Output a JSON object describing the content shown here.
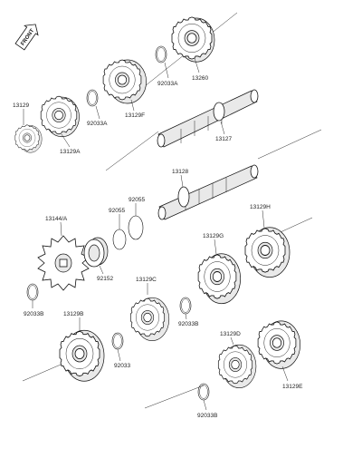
{
  "direction_label": "FRONT",
  "parts": [
    {
      "id": "13260",
      "label": "13260"
    },
    {
      "id": "92033A_top",
      "label": "92033A"
    },
    {
      "id": "13129F",
      "label": "13129F"
    },
    {
      "id": "92033A_mid",
      "label": "92033A"
    },
    {
      "id": "13129",
      "label": "13129"
    },
    {
      "id": "13129A",
      "label": "13129A"
    },
    {
      "id": "13127",
      "label": "13127"
    },
    {
      "id": "13128",
      "label": "13128"
    },
    {
      "id": "92055_a",
      "label": "92055"
    },
    {
      "id": "92055_b",
      "label": "92055"
    },
    {
      "id": "13144A",
      "label": "13144/A"
    },
    {
      "id": "92152",
      "label": "92152"
    },
    {
      "id": "13129H",
      "label": "13129H"
    },
    {
      "id": "13129G",
      "label": "13129G"
    },
    {
      "id": "13129C",
      "label": "13129C"
    },
    {
      "id": "92033B_left",
      "label": "92033B"
    },
    {
      "id": "92033B_mid",
      "label": "92033B"
    },
    {
      "id": "13129B",
      "label": "13129B"
    },
    {
      "id": "92033",
      "label": "92033"
    },
    {
      "id": "13129D",
      "label": "13129D"
    },
    {
      "id": "13129E",
      "label": "13129E"
    },
    {
      "id": "92033B_bottom",
      "label": "92033B"
    }
  ]
}
